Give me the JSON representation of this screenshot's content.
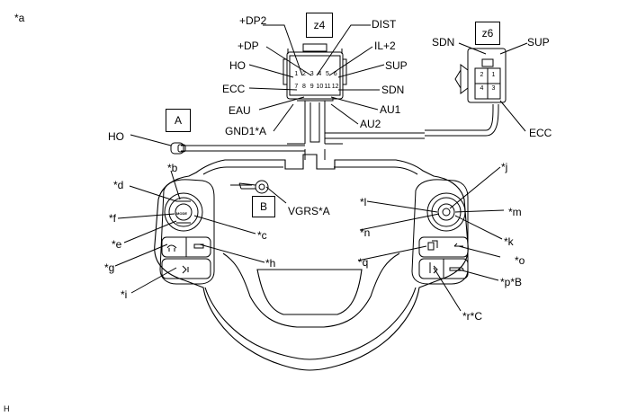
{
  "figure_id": "*a",
  "footer_code": "H",
  "connectors": {
    "z4": {
      "box": "z4",
      "pins_top": [
        "1",
        "2",
        "3",
        "4",
        "5",
        "6"
      ],
      "pins_bottom": [
        "7",
        "8",
        "9",
        "10",
        "11",
        "12"
      ],
      "labels": {
        "dp2": "+DP2",
        "dist": "DIST",
        "dp": "+DP",
        "il2": "IL+2",
        "ho": "HO",
        "sup": "SUP",
        "ecc": "ECC",
        "sdn": "SDN",
        "eau": "EAU",
        "au1": "AU1",
        "gnd1a": "GND1*A",
        "au2": "AU2"
      }
    },
    "z6": {
      "box": "z6",
      "pins": [
        "2",
        "1",
        "4",
        "3"
      ],
      "labels": {
        "sdn": "SDN",
        "sup": "SUP",
        "ecc": "ECC"
      }
    }
  },
  "wire_labels": {
    "ho": "HO",
    "vgrs": "VGRS*A"
  },
  "boxes": {
    "a": "A",
    "b": "B"
  },
  "left_switch": {
    "mode_label": "MODE"
  },
  "callouts": {
    "b": "*b",
    "d": "*d",
    "f": "*f",
    "e": "*e",
    "c": "*c",
    "g": "*g",
    "h": "*h",
    "i": "*i",
    "j": "*j",
    "l": "*l",
    "m": "*m",
    "n": "*n",
    "k": "*k",
    "q": "*q",
    "o": "*o",
    "p": "*p*B",
    "r": "*r*C"
  }
}
